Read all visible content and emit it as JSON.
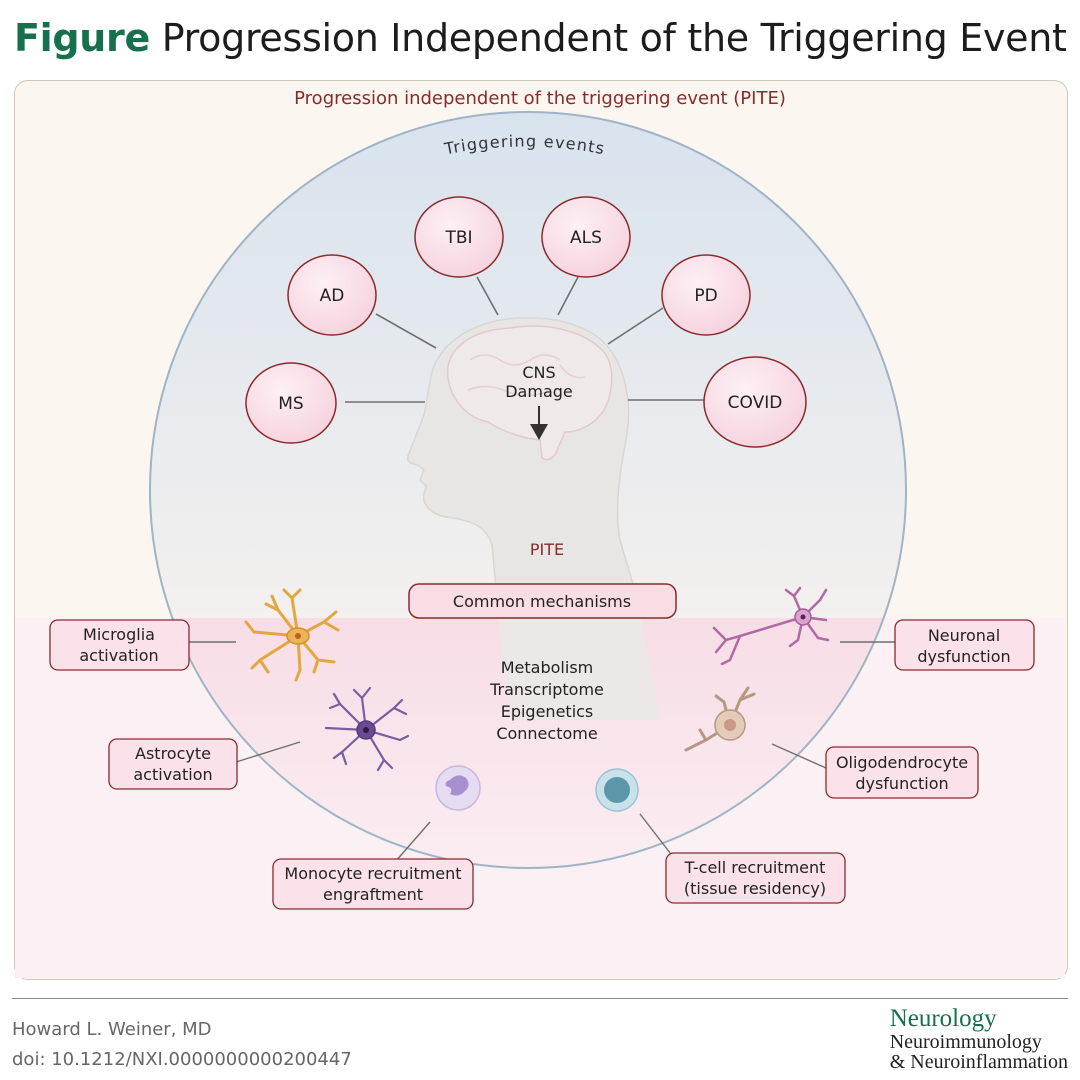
{
  "header": {
    "figure_word": "Figure",
    "title": "Progression Independent of the Triggering Event"
  },
  "diagram": {
    "panel_title": "Progression independent of the triggering event (PITE)",
    "arc_label": "Triggering events",
    "triggers": [
      "MS",
      "AD",
      "TBI",
      "ALS",
      "PD",
      "COVID"
    ],
    "center_lines": [
      "CNS",
      "Damage"
    ],
    "pite_label": "PITE",
    "common_mechanisms": "Common mechanisms",
    "mechanisms": [
      "Metabolism",
      "Transcriptome",
      "Epigenetics",
      "Connectome"
    ],
    "processes": {
      "microglia": [
        "Microglia",
        "activation"
      ],
      "astrocyte": [
        "Astrocyte",
        "activation"
      ],
      "monocyte": [
        "Monocyte recruitment",
        "engraftment"
      ],
      "tcell": [
        "T-cell recruitment",
        "(tissue residency)"
      ],
      "oligodendrocyte": [
        "Oligodendrocyte",
        "dysfunction"
      ],
      "neuronal": [
        "Neuronal",
        "dysfunction"
      ]
    }
  },
  "footer": {
    "author": "Howard L. Weiner, MD",
    "doi": "doi: 10.1212/NXI.0000000000200447",
    "journal_brand": "Neurology",
    "journal_line2": "Neuroimmunology",
    "journal_line3": "& Neuroinflammation"
  },
  "colors": {
    "brand_green": "#15704c",
    "maroon": "#8b2a2a",
    "pink_fill": "#fbe4ec",
    "circle_stroke": "#9fb4c6"
  }
}
